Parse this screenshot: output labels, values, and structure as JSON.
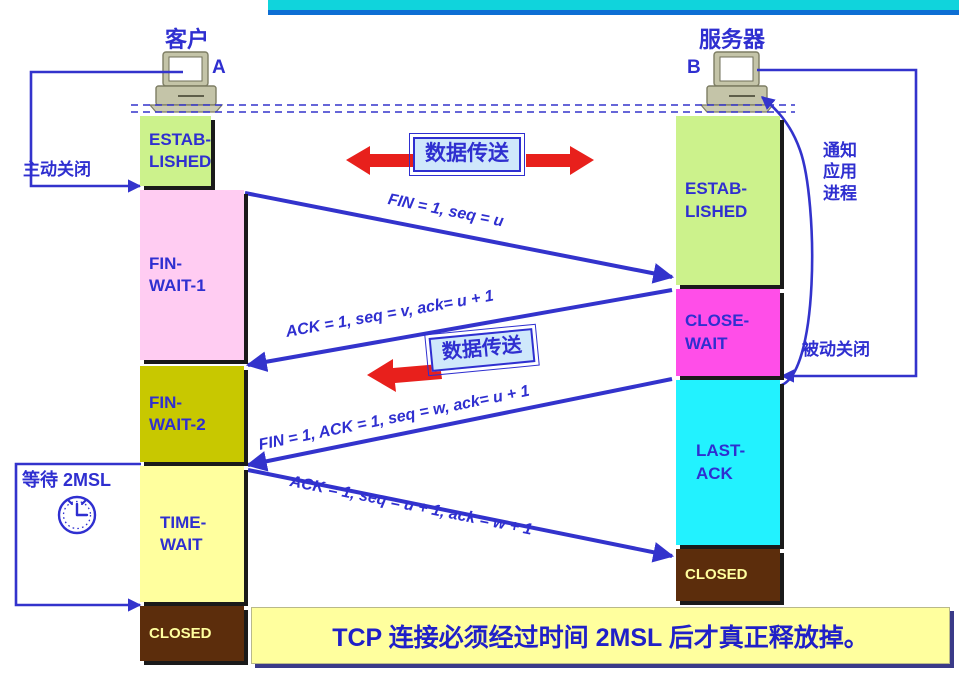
{
  "diagram": {
    "title_banner": "TCP 连接必须经过时间 2MSL 后才真正释放掉。",
    "colors": {
      "text_blue": "#2f2fd0",
      "arrow_blue": "#3333cc",
      "red_arrow": "#e8201c",
      "top_bar_cyan": "#10d4dc",
      "top_bar_blue": "#0d6fd4",
      "banner_yellow": "#ffff9e",
      "established": "#ccf28c",
      "fin_wait_1": "#ffccf2",
      "fin_wait_2": "#c8c800",
      "time_wait": "#ffff9e",
      "closed": "#5c2d0c",
      "close_wait": "#ff4ee8",
      "last_ack": "#22f2ff",
      "xfer_box": "#cfe8fb"
    }
  },
  "hosts": {
    "client": {
      "title": "客户",
      "letter": "A",
      "icon": "desktop-computer-icon"
    },
    "server": {
      "title": "服务器",
      "letter": "B",
      "icon": "desktop-computer-icon"
    }
  },
  "client_states": [
    {
      "id": "established",
      "lines": [
        "ESTAB-",
        "LISHED"
      ]
    },
    {
      "id": "fin-wait-1",
      "lines": [
        "FIN-",
        "WAIT-1"
      ]
    },
    {
      "id": "fin-wait-2",
      "lines": [
        "FIN-",
        "WAIT-2"
      ]
    },
    {
      "id": "time-wait",
      "lines": [
        "TIME-",
        "WAIT"
      ]
    },
    {
      "id": "closed",
      "lines": [
        "CLOSED"
      ]
    }
  ],
  "server_states": [
    {
      "id": "established",
      "lines": [
        "ESTAB-",
        "LISHED"
      ]
    },
    {
      "id": "close-wait",
      "lines": [
        "CLOSE-",
        "WAIT"
      ]
    },
    {
      "id": "last-ack",
      "lines": [
        "LAST-",
        "ACK"
      ]
    },
    {
      "id": "closed",
      "lines": [
        "CLOSED"
      ]
    }
  ],
  "annotations": {
    "active_close": "主动关闭",
    "passive_close": "被动关闭",
    "notify_app": [
      "通知",
      "应用",
      "进程"
    ],
    "wait_2msl": "等待 2MSL",
    "clock_icon": "clock-icon"
  },
  "data_transfer": {
    "box1": "数据传送",
    "box2": "数据传送"
  },
  "messages": [
    {
      "id": "msg-fin-1",
      "text": "FIN = 1, seq = u",
      "direction": "client-to-server"
    },
    {
      "id": "msg-ack-1",
      "text": "ACK = 1, seq = v, ack= u + 1",
      "direction": "server-to-client"
    },
    {
      "id": "msg-fin-2",
      "text": "FIN = 1, ACK = 1, seq = w, ack= u + 1",
      "direction": "server-to-client"
    },
    {
      "id": "msg-ack-2",
      "text": "ACK = 1, seq = u + 1, ack = w + 1",
      "direction": "client-to-server"
    }
  ]
}
